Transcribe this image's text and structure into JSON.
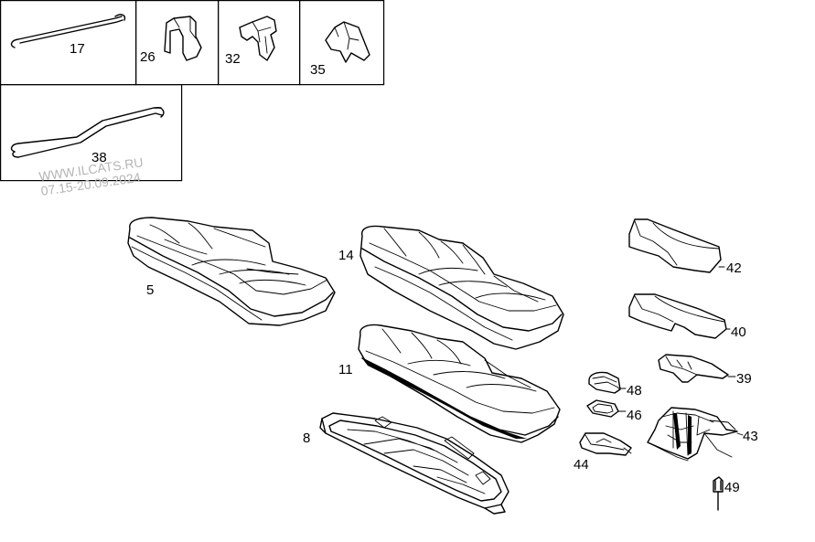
{
  "parts": [
    {
      "id": "clip-17",
      "label": "17"
    },
    {
      "id": "clip-26",
      "label": "26"
    },
    {
      "id": "clip-32",
      "label": "32"
    },
    {
      "id": "clip-35",
      "label": "35"
    },
    {
      "id": "wire-38",
      "label": "38"
    },
    {
      "id": "cushion-5",
      "label": "5"
    },
    {
      "id": "cushion-14",
      "label": "14"
    },
    {
      "id": "cushion-11",
      "label": "11"
    },
    {
      "id": "frame-8",
      "label": "8"
    },
    {
      "id": "pad-42",
      "label": "42"
    },
    {
      "id": "pad-40",
      "label": "40"
    },
    {
      "id": "pad-39",
      "label": "39"
    },
    {
      "id": "part-48",
      "label": "48"
    },
    {
      "id": "part-46",
      "label": "46"
    },
    {
      "id": "part-44",
      "label": "44"
    },
    {
      "id": "part-43",
      "label": "43"
    },
    {
      "id": "part-49",
      "label": "49"
    }
  ],
  "watermark": {
    "line1": "WWW.ILCATS.RU",
    "line2": "07.15-20.09.2024"
  }
}
